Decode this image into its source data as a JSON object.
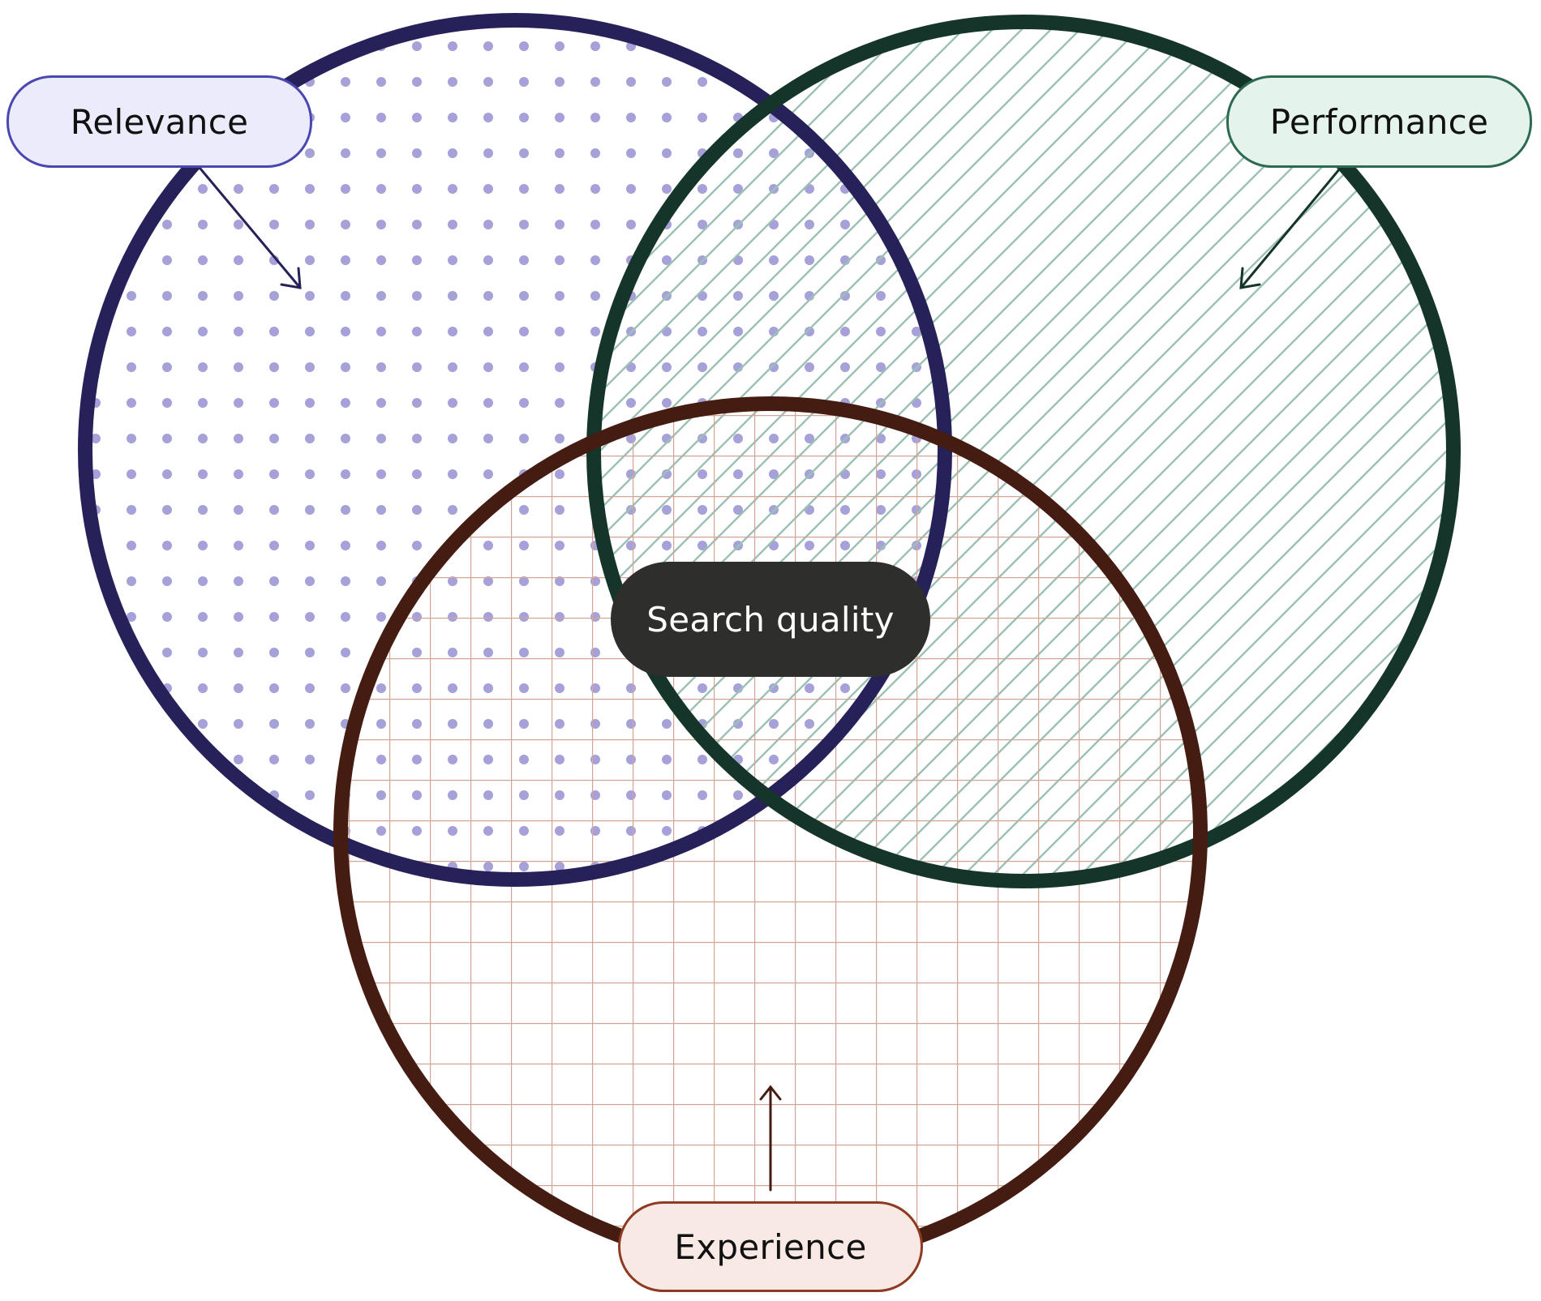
{
  "diagram": {
    "sets": [
      {
        "id": "relevance",
        "label": "Relevance",
        "pattern": "dots",
        "stroke_color": "#262159",
        "pattern_color": "#a6a1d8",
        "label_fill": "#ecebfc",
        "label_border": "#4a48b0"
      },
      {
        "id": "performance",
        "label": "Performance",
        "pattern": "diagonal-hatch",
        "stroke_color": "#15342a",
        "pattern_color": "#9cc1b3",
        "label_fill": "#e4f4ed",
        "label_border": "#2d6a52"
      },
      {
        "id": "experience",
        "label": "Experience",
        "pattern": "grid",
        "stroke_color": "#451c12",
        "pattern_color": "#d2a597",
        "label_fill": "#f9e9e4",
        "label_border": "#8e3a22"
      }
    ],
    "intersection": {
      "label": "Search quality",
      "fill": "#2e2e2c",
      "text_color": "#ffffff"
    },
    "arrow_color_relevance": "#262159",
    "arrow_color_performance": "#15342a",
    "arrow_color_experience": "#451c12"
  }
}
